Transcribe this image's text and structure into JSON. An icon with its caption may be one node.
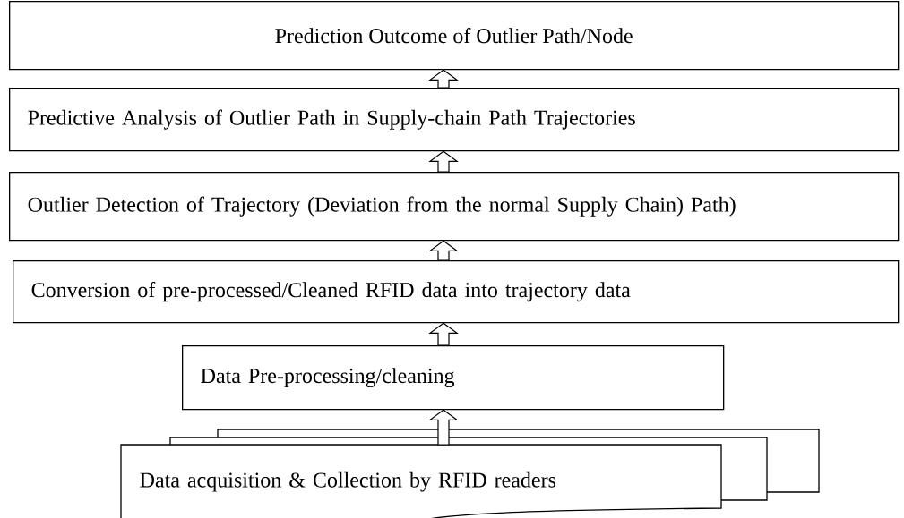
{
  "diagram": {
    "nodes": [
      {
        "text": [
          "Prediction Outcome of Outlier Path/Node"
        ]
      },
      {
        "text": [
          "Predictive Analysis of Outlier Path in Supply-chain Path Trajectories"
        ]
      },
      {
        "text": [
          "Outlier Detection of Trajectory (Deviation from the normal Supply Chain) Path)"
        ]
      },
      {
        "text": [
          "Conversion of pre-processed/Cleaned RFID data into trajectory data"
        ]
      },
      {
        "text": [
          "Data Pre-processing/cleaning"
        ]
      },
      {
        "text": [
          "Data acquisition & Collection by RFID readers"
        ]
      }
    ],
    "edges": [
      {
        "from": 1,
        "to": 0,
        "arrow": "to"
      },
      {
        "from": 2,
        "to": 1,
        "arrow": "to"
      },
      {
        "from": 3,
        "to": 2,
        "arrow": "to"
      },
      {
        "from": 4,
        "to": 3,
        "arrow": "to"
      },
      {
        "from": 5,
        "to": 4,
        "arrow": "to"
      }
    ]
  }
}
